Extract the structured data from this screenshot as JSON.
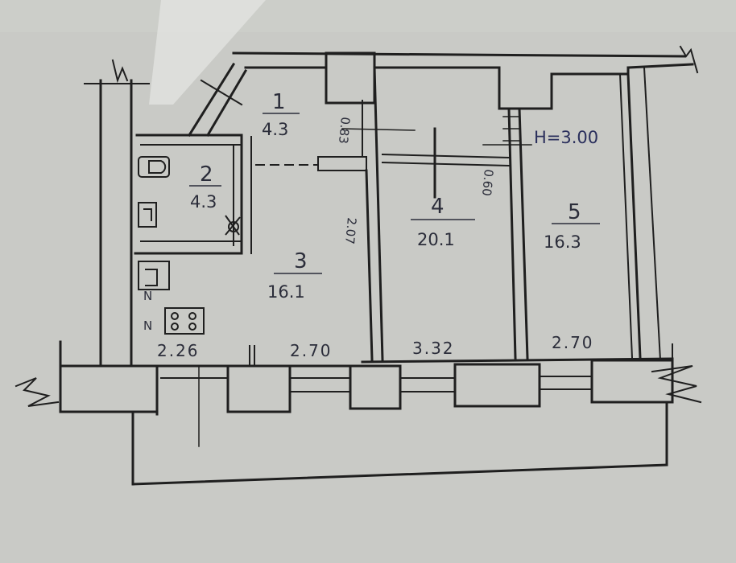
{
  "ceiling_height": "H=3.00",
  "rooms": [
    {
      "number": "1",
      "area": "4.3"
    },
    {
      "number": "2",
      "area": "4.3"
    },
    {
      "number": "3",
      "area": "16.1"
    },
    {
      "number": "4",
      "area": "20.1"
    },
    {
      "number": "5",
      "area": "16.3"
    }
  ],
  "dimensions": {
    "d1": "2.26",
    "d2": "2.70",
    "d3": "3.32",
    "d4": "2.70"
  },
  "vertical_notes": {
    "room3_width": "2.07",
    "room1_door": "0.83",
    "room4_door": "0.60"
  },
  "colors": {
    "paper": "#c9cac6",
    "ink": "#1f1f1f",
    "pen": "#2a2f5c",
    "wall_fill": "#d2d3cf"
  }
}
